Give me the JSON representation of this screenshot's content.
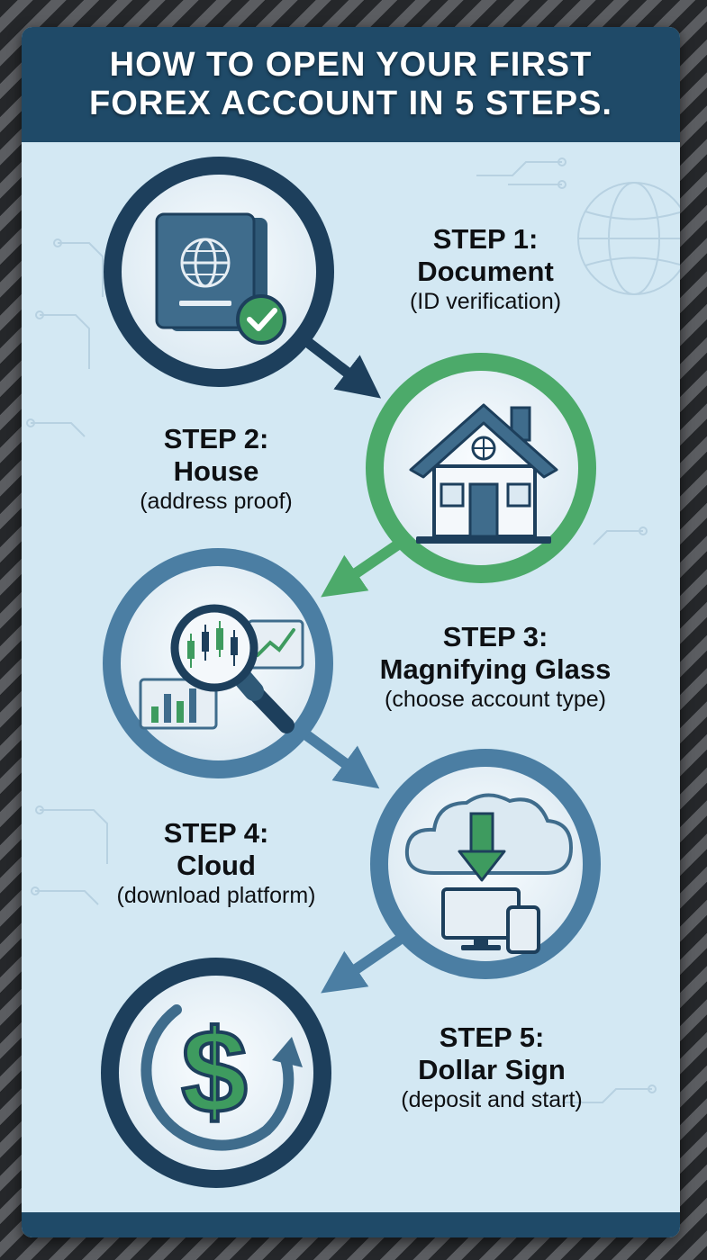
{
  "title": "HOW TO OPEN YOUR FIRST\nFOREX ACCOUNT IN 5 STEPS.",
  "colors": {
    "header": "#1f4a68",
    "card_background": "#d3e8f3",
    "ring_navy": "#1d3f5c",
    "ring_green": "#4caa6a",
    "ring_steel": "#4b7ea3",
    "accent_green": "#3e9b5f",
    "frame_stripe_dark": "#25272a",
    "frame_stripe_light": "#5b5d61"
  },
  "steps": [
    {
      "number": "STEP 1:",
      "name": "Document",
      "description": "(ID verification)",
      "icon": "passport-check-icon"
    },
    {
      "number": "STEP 2:",
      "name": "House",
      "description": "(address proof)",
      "icon": "house-icon"
    },
    {
      "number": "STEP 3:",
      "name": "Magnifying Glass",
      "description": "(choose account type)",
      "icon": "magnifying-glass-chart-icon"
    },
    {
      "number": "STEP 4:",
      "name": "Cloud",
      "description": "(download platform)",
      "icon": "cloud-download-icon"
    },
    {
      "number": "STEP 5:",
      "name": "Dollar Sign",
      "description": "(deposit and start)",
      "icon": "dollar-sign-icon"
    }
  ]
}
